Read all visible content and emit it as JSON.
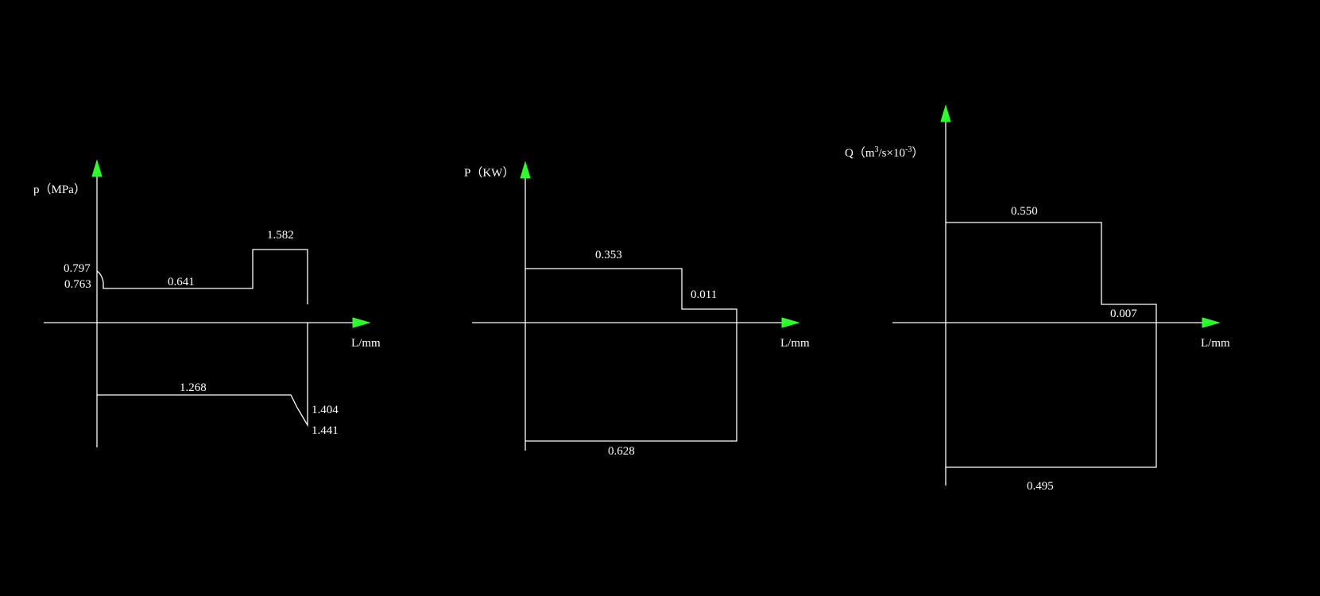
{
  "colors": {
    "background": "#000000",
    "line": "#ffffff",
    "arrowhead": "#2bff2b"
  },
  "diagrams": [
    {
      "id": "pressure",
      "y_axis_label": "p（MPa）",
      "x_axis_label": "L/mm",
      "values": {
        "start_peak": "0.797",
        "start_low": "0.763",
        "working_upper": "0.641",
        "step_upper": "1.582",
        "lower_level": "1.268",
        "lower_end_1": "1.404",
        "lower_end_2": "1.441"
      }
    },
    {
      "id": "power",
      "y_axis_label": "P（KW）",
      "x_axis_label": "L/mm",
      "values": {
        "upper_level": "0.353",
        "upper_step": "0.011",
        "lower_level": "0.628"
      }
    },
    {
      "id": "flow",
      "y_axis_label_main": "Q（m",
      "y_axis_label_sup1": "3",
      "y_axis_label_mid": "/s×10",
      "y_axis_label_sup2": "-3",
      "y_axis_label_end": "）",
      "x_axis_label": "L/mm",
      "values": {
        "upper_level": "0.550",
        "upper_step": "0.007",
        "lower_level": "0.495"
      }
    }
  ]
}
